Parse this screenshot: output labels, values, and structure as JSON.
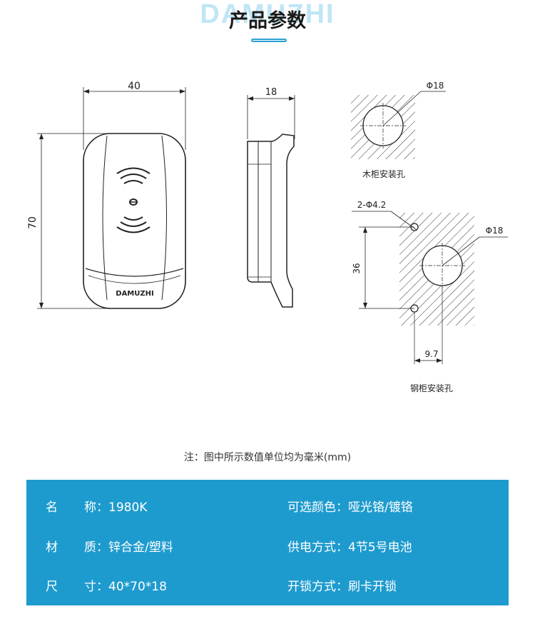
{
  "header": {
    "brand_watermark": "DAMUZHI",
    "title": "产品参数"
  },
  "drawing": {
    "front_view": {
      "width_dim": "40",
      "height_dim": "70",
      "logo_text": "DAMUZHI"
    },
    "side_view": {
      "depth_dim": "18"
    },
    "wood_cabinet": {
      "hole_dim": "Φ18",
      "caption": "木柜安装孔"
    },
    "steel_cabinet": {
      "small_hole_dim": "2-Φ4.2",
      "hole_dim": "Φ18",
      "vertical_dim": "36",
      "offset_dim": "9.7",
      "caption": "钢柜安装孔"
    }
  },
  "note": "注：图中所示数值单位均为毫米(mm)",
  "specs": {
    "rows": [
      {
        "left": {
          "label_a": "名",
          "label_b": "称：",
          "value": "1980K"
        },
        "right": {
          "label": "可选颜色：",
          "value": "哑光铬/镀铬"
        }
      },
      {
        "left": {
          "label_a": "材",
          "label_b": "质：",
          "value": "锌合金/塑料"
        },
        "right": {
          "label": "供电方式：",
          "value": "4节5号电池"
        }
      },
      {
        "left": {
          "label_a": "尺",
          "label_b": "寸：",
          "value": "40*70*18"
        },
        "right": {
          "label": "开锁方式：",
          "value": "刷卡开锁"
        }
      }
    ]
  },
  "colors": {
    "panel": "#1e9bce",
    "accent": "#2a9fd0",
    "line": "#222222"
  }
}
